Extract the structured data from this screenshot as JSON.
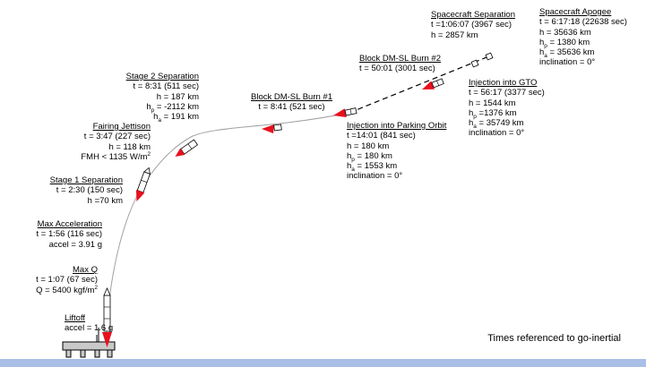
{
  "events": {
    "liftoff": {
      "title": "Liftoff",
      "l1": "accel = 1.6 g"
    },
    "maxq": {
      "title": "Max Q",
      "l1": "t = 1:07 (67 sec)",
      "l2a": "Q = 5400 kgf/m",
      "l2b": "2"
    },
    "maxacc": {
      "title": "Max Acceleration",
      "l1": "t = 1:56 (116 sec)",
      "l2": "accel = 3.91 g"
    },
    "stage1": {
      "title": "Stage 1 Separation",
      "l1": "t = 2:30 (150 sec)",
      "l2": "h =70 km"
    },
    "fairing": {
      "title": "Fairing Jettison",
      "l1": "t = 3:47 (227 sec)",
      "l2": "h = 118 km",
      "l3a": "FMH < 1135 W/m",
      "l3b": "2"
    },
    "stage2": {
      "title": "Stage 2 Separation",
      "l1": "t = 8:31 (511 sec)",
      "l2": "h = 187 km",
      "l3a": "h",
      "l3b": "p",
      "l3c": " = -2112 km",
      "l4a": "h",
      "l4b": "a",
      "l4c": " = 191 km"
    },
    "burn1": {
      "title": "Block DM-SL Burn #1",
      "l1": "t = 8:41 (521 sec)"
    },
    "parking": {
      "title": "Injection into Parking Orbit",
      "l1": "t =14:01 (841 sec)",
      "l2": "h = 180 km",
      "l3a": "h",
      "l3b": "p",
      "l3c": " = 180 km",
      "l4a": "h",
      "l4b": "a",
      "l4c": " = 1553 km",
      "l5": "inclination = 0°"
    },
    "burn2": {
      "title": "Block DM-SL Burn #2",
      "l1": "t = 50:01 (3001 sec)"
    },
    "gto": {
      "title": "Injection into GTO",
      "l1": "t = 56:17 (3377 sec)",
      "l2": "h = 1544 km",
      "l3a": "h",
      "l3b": "p",
      "l3c": " =1376 km",
      "l4a": "h",
      "l4b": "a",
      "l4c": " = 35749 km",
      "l5": "inclination = 0°"
    },
    "sep": {
      "title": "Spacecraft Separation",
      "l1": "t =1:06:07 (3967 sec)",
      "l2": "h = 2857 km"
    },
    "apogee": {
      "title": "Spacecraft Apogee",
      "l1": "t = 6:17:18 (22638 sec)",
      "l2": "h = 35636 km",
      "l3a": "h",
      "l3b": "p",
      "l3c": " = 1380 km",
      "l4a": "h",
      "l4b": "a",
      "l4c": " = 35636 km",
      "l5": "inclination = 0°"
    }
  },
  "note": "Times referenced to go-inertial",
  "colors": {
    "arrow": "#e8101e",
    "trajectory": "#a0a0a0",
    "ground": "#a9bfe6",
    "vehicle": "#ffffff"
  }
}
